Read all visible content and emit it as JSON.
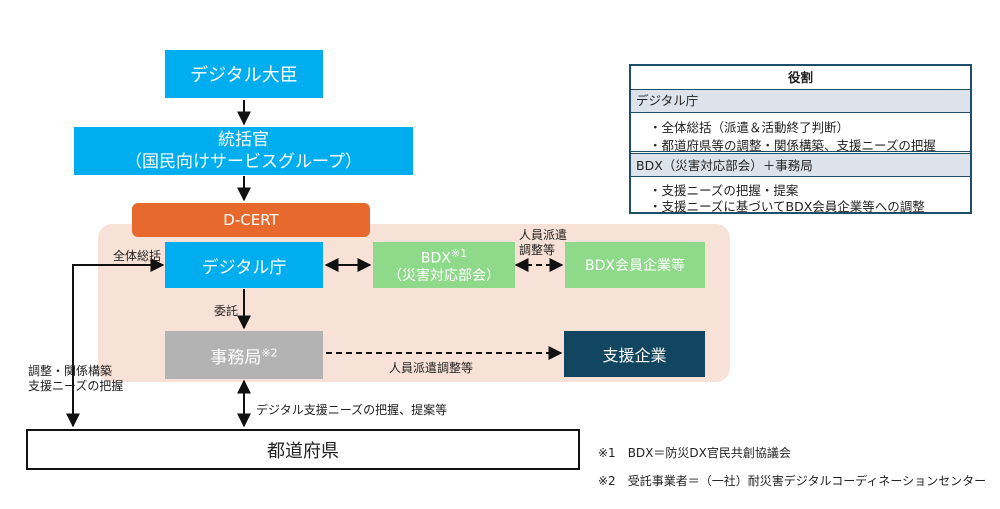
{
  "boxes": {
    "minister": "デジタル大臣",
    "supervisor_line1": "統括官",
    "supervisor_line2": "（国民向けサービスグループ）",
    "dcert": "D-CERT",
    "digital_agency": "デジタル庁",
    "bdx_main": "BDX",
    "bdx_sup": "※1",
    "bdx_sub": "（災害対応部会）",
    "bdx_members": "BDX会員企業等",
    "secretariat_main": "事務局",
    "secretariat_sup": "※2",
    "support_company": "支援企業",
    "prefecture": "都道府県"
  },
  "labels": {
    "overall": "全体総括",
    "dispatch_line1": "人員派遣",
    "dispatch_line2": "調整等",
    "commission": "委託",
    "coordination_line1": "調整・関係構築",
    "coordination_line2": "支援ニーズの把握",
    "dispatch_coord": "人員派遣調整等",
    "digital_support": "デジタル支援ニーズの把握、提案等"
  },
  "legend": {
    "title": "役割",
    "sections": [
      {
        "name": "デジタル庁",
        "items": [
          "・全体総括（派遣＆活動終了判断）",
          "・都道府県等の調整・関係構築、支援ニーズの把握"
        ]
      },
      {
        "name": "BDX（災害対応部会）＋事務局",
        "items": [
          "・支援ニーズの把握・提案",
          "・支援ニーズに基づいてBDX会員企業等への調整"
        ]
      }
    ]
  },
  "notes": [
    "※1　BDX＝防災DX官民共創協議会",
    "※2　受託事業者＝（一社）耐災害デジタルコーディネーションセンター"
  ],
  "colors": {
    "cyan": "#00aeef",
    "green": "#8fd98a",
    "gray": "#b3b3b3",
    "navy": "#114560",
    "orange": "#e8692d",
    "zone": "#f8e1d6"
  }
}
